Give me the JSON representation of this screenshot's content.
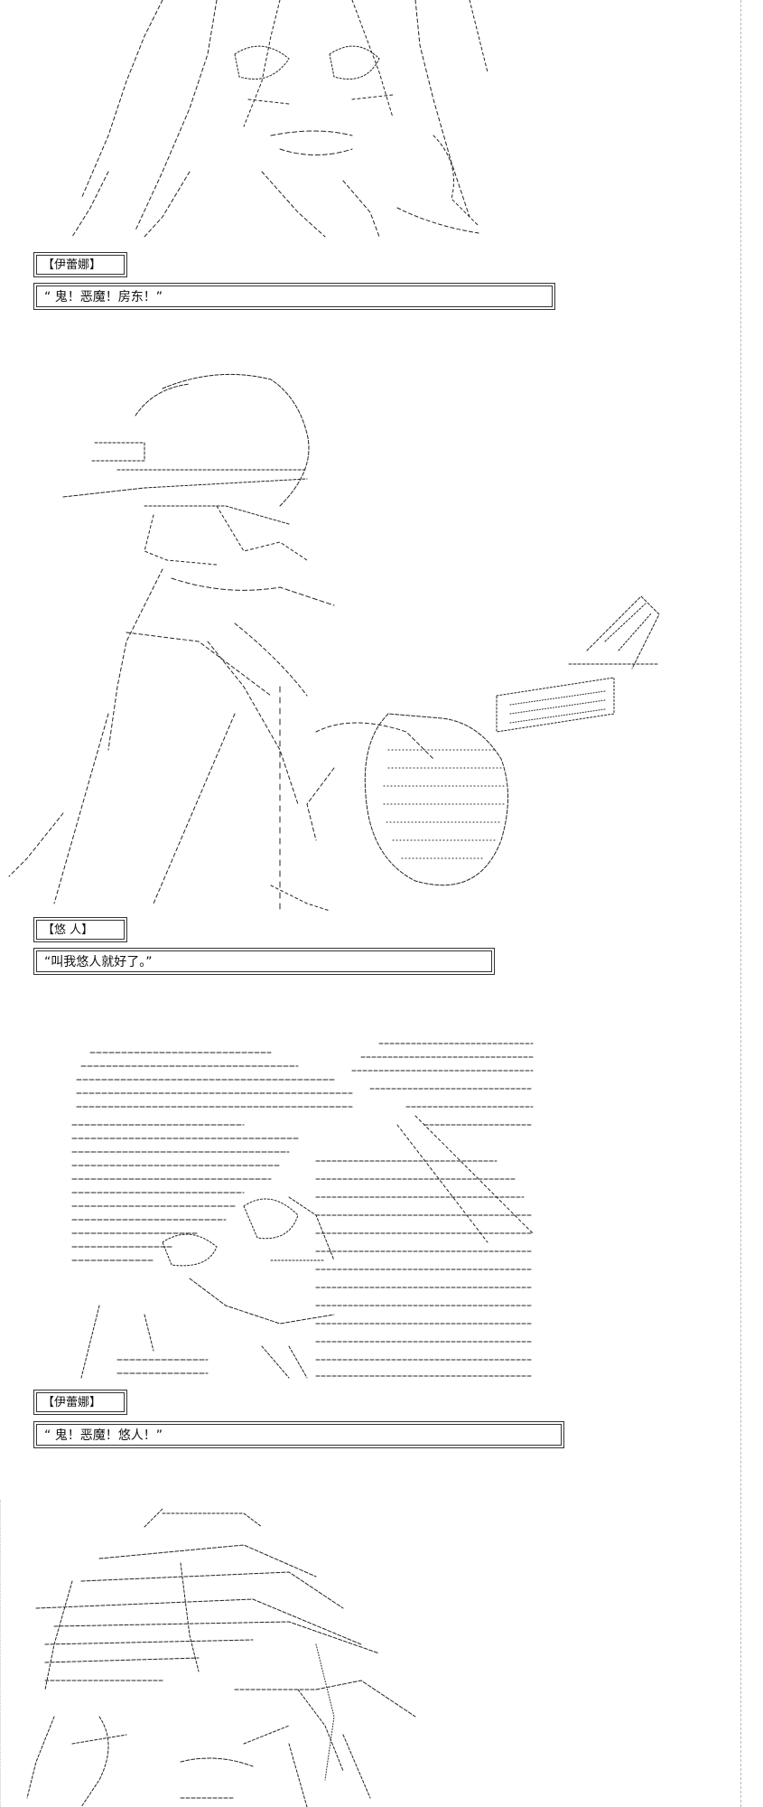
{
  "panels": [
    {
      "speaker": "【伊蕾娜】",
      "line": "“ 鬼！恶魔！房东！”"
    },
    {
      "speaker": "【悠  人】",
      "line": "“叫我悠人就好了。”"
    },
    {
      "speaker": "【伊蕾娜】",
      "line": "“ 鬼！恶魔！悠人！”"
    }
  ]
}
